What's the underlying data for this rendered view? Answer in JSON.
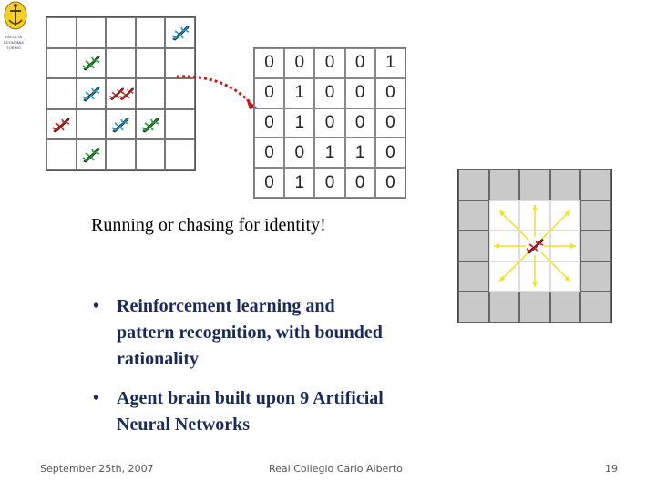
{
  "logo": {
    "lines": [
      "FACOLTÀ",
      "ECONOMIA",
      "TORINO"
    ]
  },
  "colors": {
    "lizard_green": "#22a833",
    "lizard_red": "#d42222",
    "lizard_blue": "#2ba0c8",
    "arrow_red": "#c21a1a",
    "ray_yellow": "#f4e022",
    "bullet_text": "#1a2a5a",
    "grid_gray": "#c9c9c9"
  },
  "lizard_grid": {
    "rows": [
      [
        "",
        "",
        "",
        "",
        "blue"
      ],
      [
        "",
        "green",
        "",
        "",
        ""
      ],
      [
        "",
        "blue",
        "red-red",
        "",
        ""
      ],
      [
        "red",
        "",
        "blue",
        "green",
        ""
      ],
      [
        "",
        "green",
        "",
        "",
        ""
      ]
    ]
  },
  "number_grid": {
    "rows": [
      [
        "0",
        "0",
        "0",
        "0",
        "1"
      ],
      [
        "0",
        "1",
        "0",
        "0",
        "0"
      ],
      [
        "0",
        "1",
        "0",
        "0",
        "0"
      ],
      [
        "0",
        "0",
        "1",
        "1",
        "0"
      ],
      [
        "0",
        "1",
        "0",
        "0",
        "0"
      ]
    ]
  },
  "heading": "Running or chasing for identity!",
  "bullets": [
    {
      "marker": "•",
      "text": "Reinforcement learning and pattern recognition, with bounded rationality"
    },
    {
      "marker": "•",
      "text": "Agent brain built upon 9 Artificial Neural Networks"
    }
  ],
  "footer": {
    "date": "September 25th, 2007",
    "center": "Real Collegio Carlo Alberto",
    "page": "19"
  }
}
